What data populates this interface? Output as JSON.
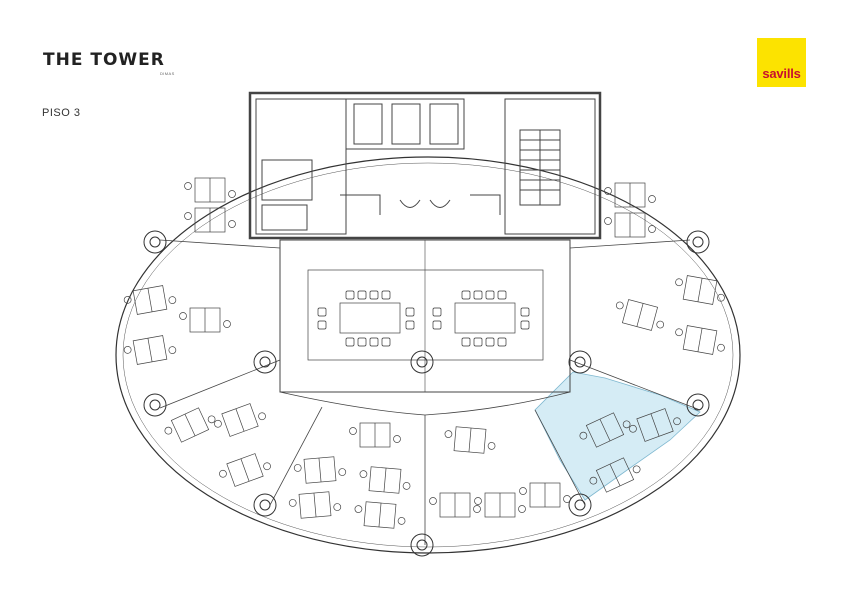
{
  "header": {
    "logo_text": "THE TOWER",
    "logo_subtext": "DIMAS",
    "floor_label": "PISO 3"
  },
  "brand": {
    "savills_text": "savills",
    "savills_bg": "#fce300",
    "savills_text_color": "#c8102e"
  },
  "plan": {
    "highlight_color": "#d5ecf5",
    "line_color": "#333333",
    "core_wall_color": "#555555"
  }
}
